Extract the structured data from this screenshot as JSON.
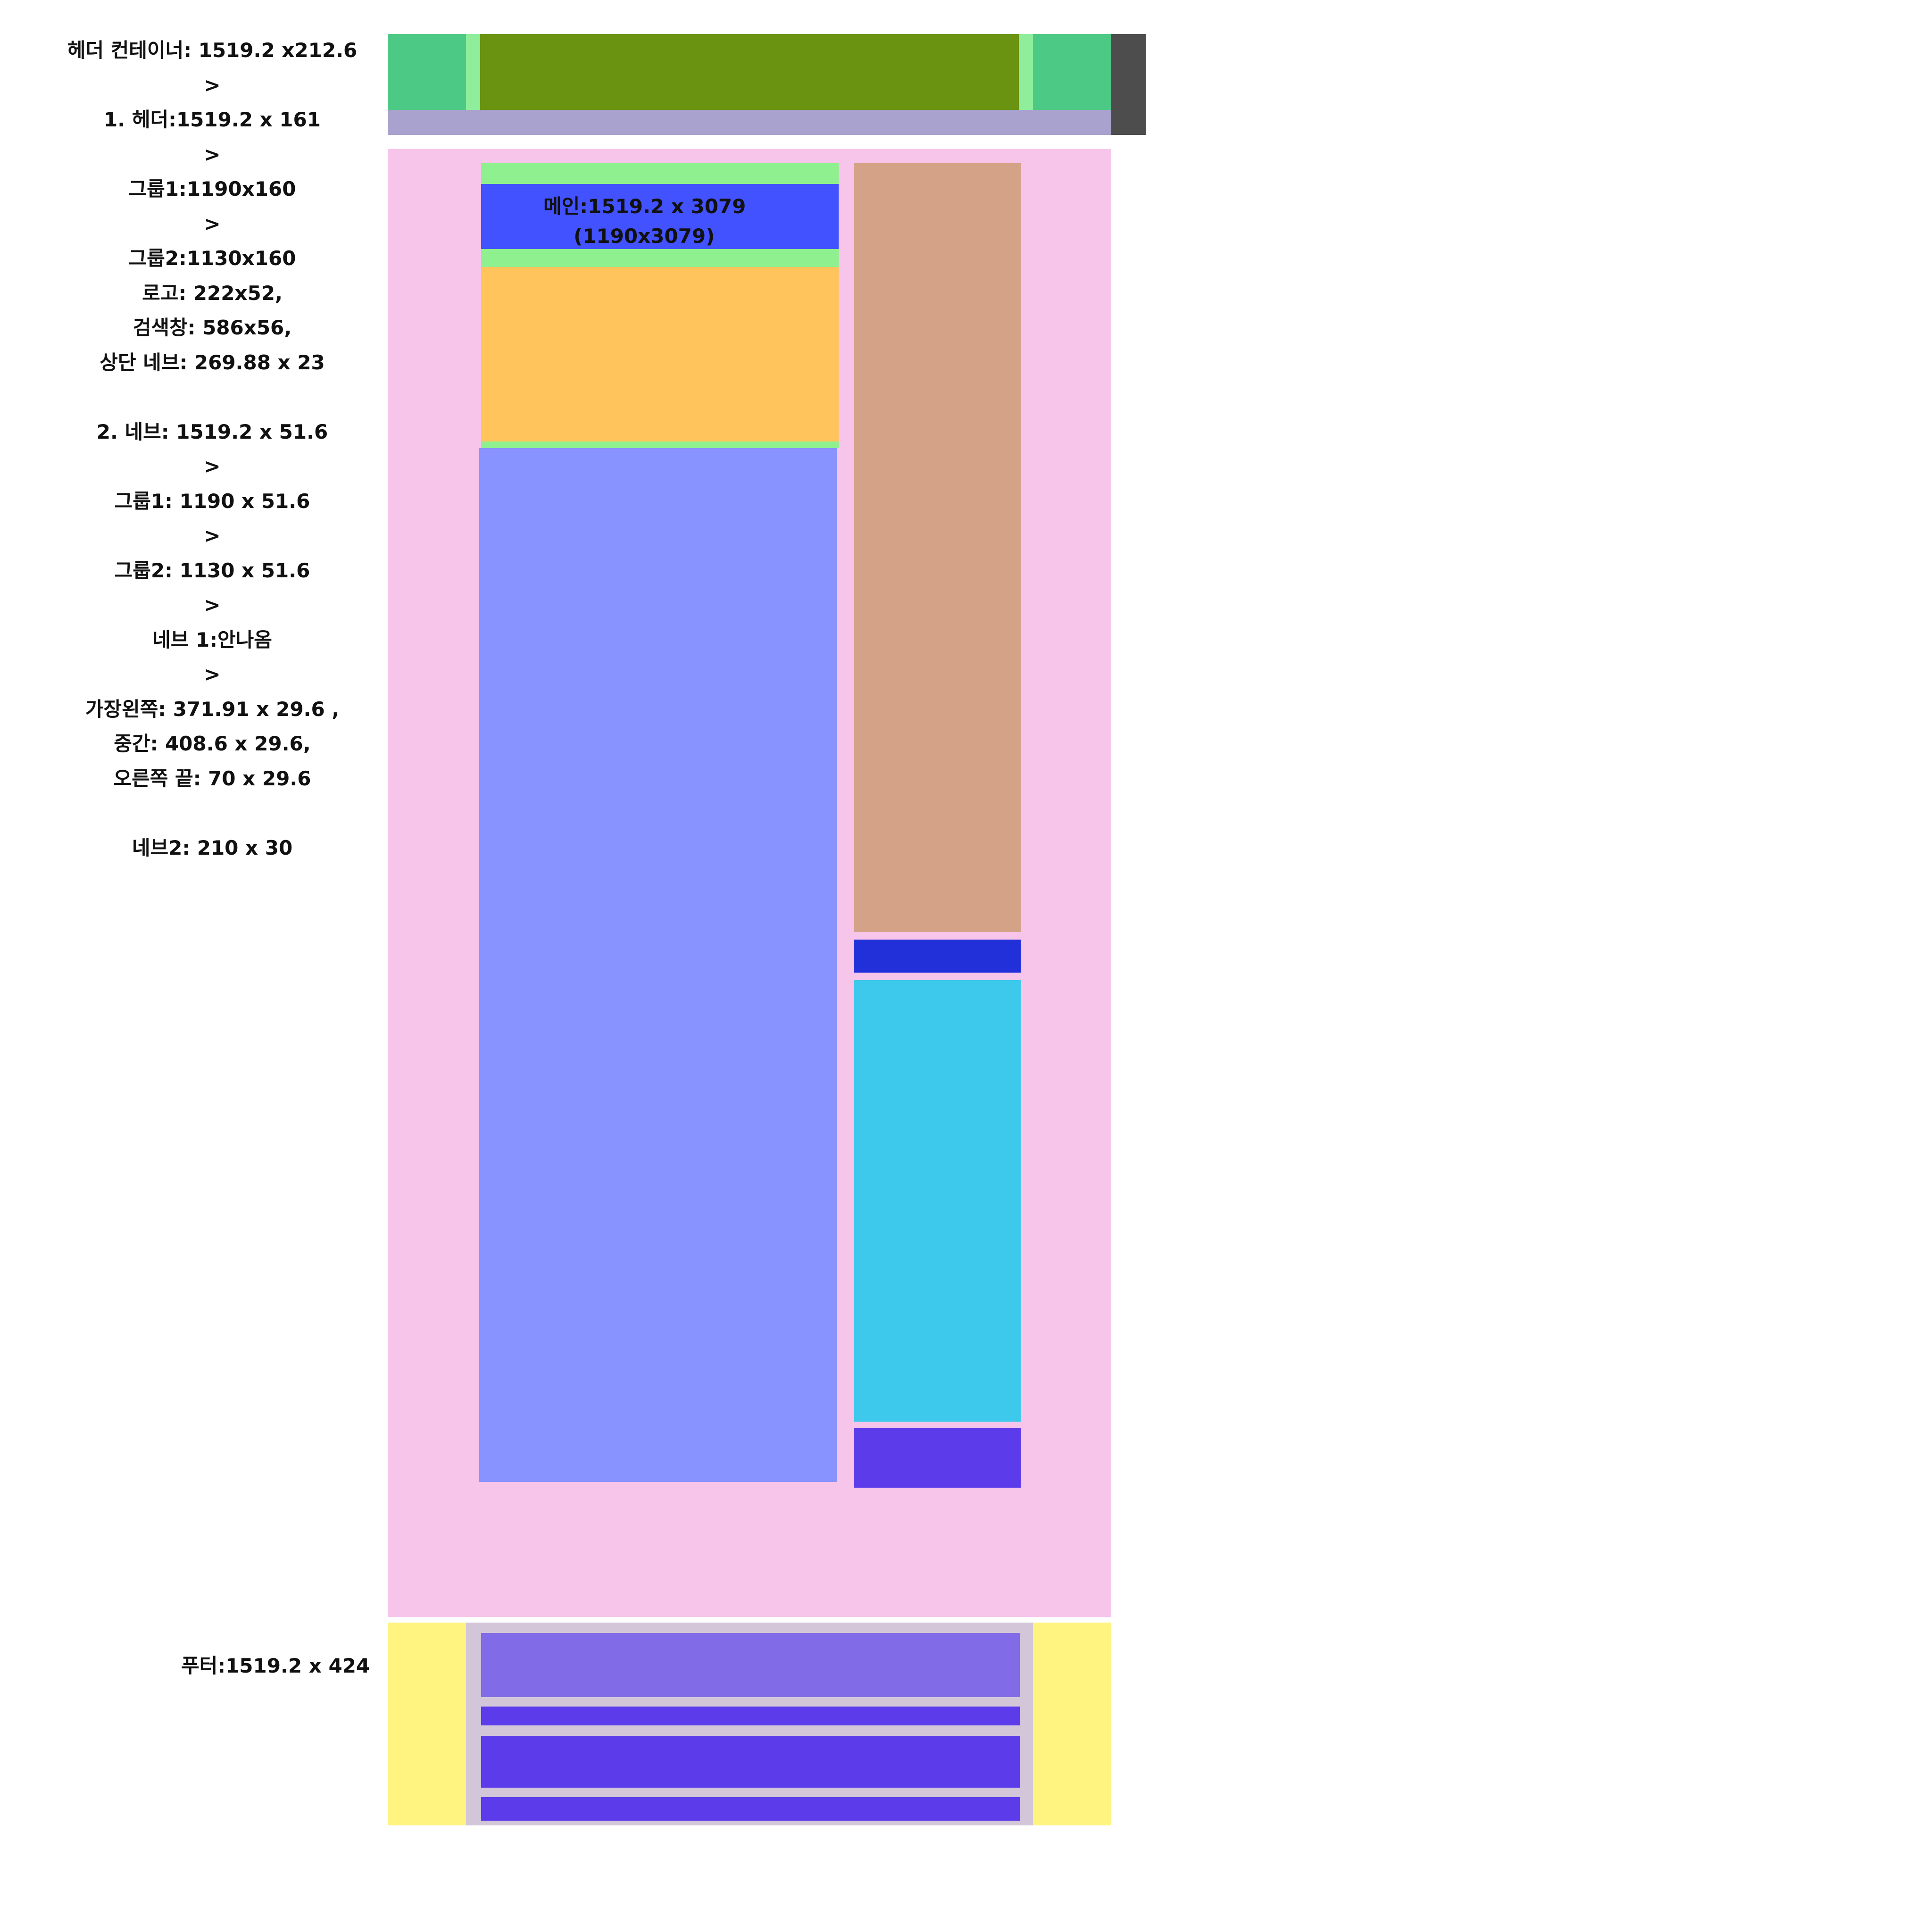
{
  "annotations": {
    "lines": [
      "헤더 컨테이너: 1519.2 x212.6",
      ">",
      "1. 헤더:1519.2 x 161",
      ">",
      "그룹1:1190x160",
      ">",
      "그룹2:1130x160",
      "로고: 222x52,",
      "검색창: 586x56,",
      "상단 네브: 269.88 x 23",
      "",
      "2. 네브: 1519.2 x 51.6",
      ">",
      "그룹1: 1190 x 51.6",
      ">",
      "그룹2: 1130 x 51.6",
      ">",
      "네브 1:안나옴",
      ">",
      "가장왼쪽: 371.91 x 29.6 ,",
      "중간: 408.6 x 29.6,",
      "오른쪽 끝: 70 x 29.6",
      "",
      "네브2: 210 x 30"
    ],
    "main_label_line1": "메인:1519.2 x 3079",
    "main_label_line2": "(1190x3079)",
    "footer_label": "푸터:1519.2 x 424"
  },
  "colors": {
    "header_outer": "#4CC985",
    "header_group_edge": "#8EEE9C",
    "header_inner": "#6A9312",
    "nav_bar": "#A9A1CE",
    "scrollbar": "#4D4D4D",
    "main_bg": "#F7C4EA",
    "main_left_green": "#8EF08E",
    "main_left_blue": "#4252FF",
    "main_left_orange": "#FFC45C",
    "main_left_periwinkle": "#8893FF",
    "main_right_tan": "#D4A287",
    "main_right_blue": "#2230DA",
    "main_right_cyan": "#3DC9EB",
    "main_right_violet": "#5C3CEA",
    "footer_outer": "#FFF47F",
    "footer_inner": "#D3C6D8",
    "footer_bar_1": "#826BE6",
    "footer_bar_2": "#5C3CEA"
  }
}
